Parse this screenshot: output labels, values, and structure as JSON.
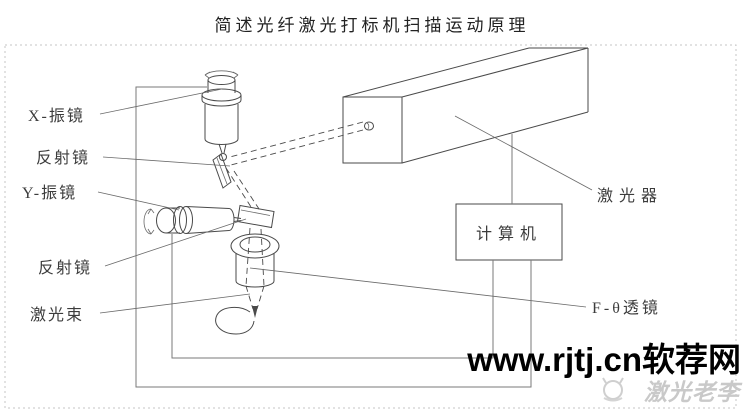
{
  "title": "简述光纤激光打标机扫描运动原理",
  "components": {
    "x_galvo_label": "X-振镜",
    "x_mirror_label": "反射镜",
    "y_galvo_label": "Y-振镜",
    "y_mirror_label": "反射镜",
    "beam_label": "激光束",
    "laser_label": "激光器",
    "computer_label": "计算机",
    "f_theta_label": "F-θ透镜"
  },
  "watermark": {
    "site": "www.rjtj.cn软荐网",
    "brand": "激光老李"
  },
  "colors": {
    "line": "#4a4a4a",
    "control_line": "#7a7a7a",
    "label_text": "#3c3c3c",
    "border_dotted": "#c4c4c4",
    "watermark_site": "#000000",
    "watermark_brand": "#c9c9c9",
    "background": "#ffffff"
  }
}
